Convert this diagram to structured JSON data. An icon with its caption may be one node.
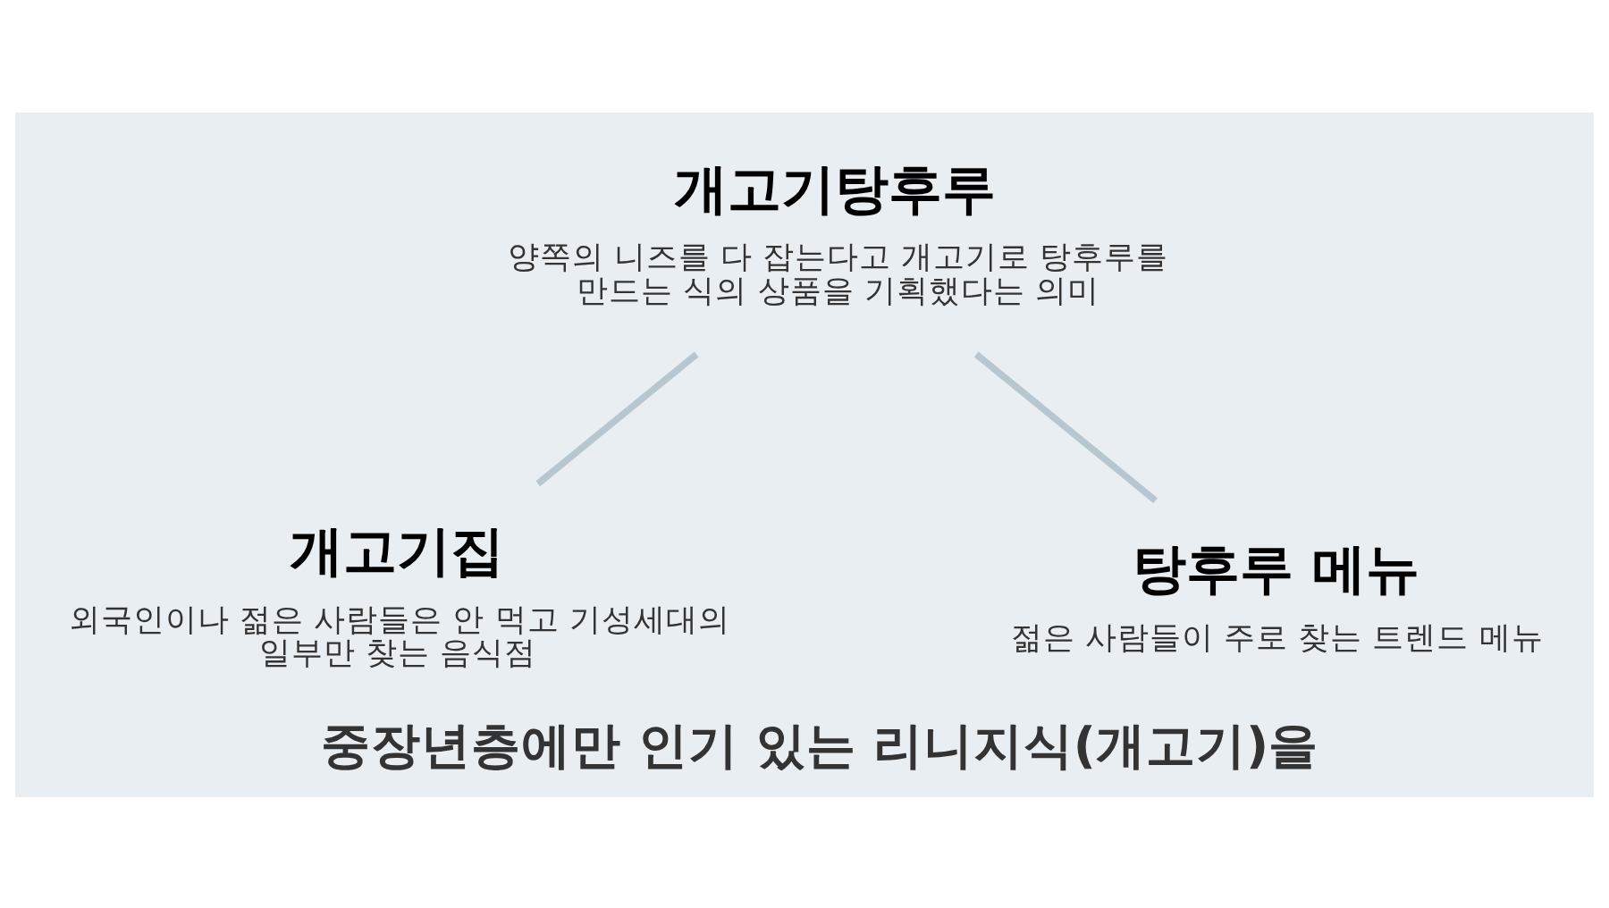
{
  "diagram": {
    "caption": "중장년층에만 인기 있는 리니지식(개고기)을",
    "nodes": [
      {
        "text": [
          "개고기탕후루",
          "양쪽의 니즈를 다 잡는다고 개고기로 탕후루를 만드는 식의 상품을 기획했다는 의미"
        ]
      },
      {
        "text": [
          "개고기집",
          "외국인이나 젊은 사람들은 안 먹고 기성세대의 일부만 찾는 음식점"
        ]
      },
      {
        "text": [
          "탕후루 메뉴",
          "젊은 사람들이 주로 찾는 트렌드 메뉴"
        ]
      }
    ],
    "edges": [
      {
        "from": 0,
        "to": 1,
        "arrow": "none"
      },
      {
        "from": 0,
        "to": 2,
        "arrow": "none"
      }
    ]
  }
}
